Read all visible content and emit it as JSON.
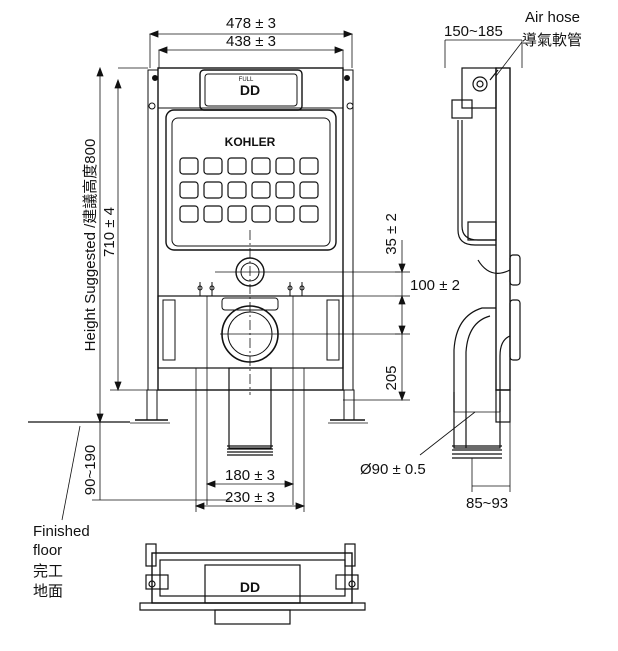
{
  "dimensions": {
    "frame_outer_width": "478 ± 3",
    "frame_inner_width": "438 ± 3",
    "height": "710 ± 4",
    "height_suggested": "Height Suggested /建議高度800",
    "outlet_offset": "35 ± 2",
    "inlet_offset": "100 ± 2",
    "pipe_height": "205",
    "floor_gap": "90~190",
    "pipe_spacing_inner": "180 ± 3",
    "pipe_spacing_outer": "230 ± 3",
    "side_depth": "150~185",
    "pipe_diameter": "Ø90 ± 0.5",
    "side_bottom": "85~93"
  },
  "labels": {
    "air_hose_en": "Air hose",
    "air_hose_zh": "導氣軟管",
    "floor_en_1": "Finished",
    "floor_en_2": "floor",
    "floor_zh_1": "完工",
    "floor_zh_2": "地面",
    "brand": "KOHLER",
    "button_small": "FULL",
    "button_glyph": "DD",
    "bottom_glyph": "DD"
  }
}
